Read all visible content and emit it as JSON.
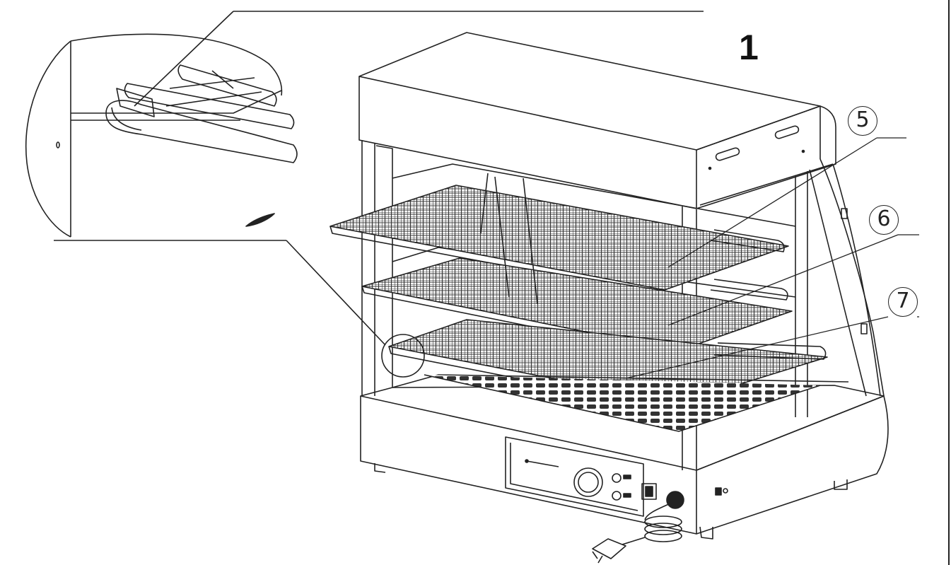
{
  "figure": {
    "number": "1",
    "callouts": [
      {
        "id": "5",
        "label": "5"
      },
      {
        "id": "6",
        "label": "6"
      },
      {
        "id": "7",
        "label": "7"
      }
    ]
  },
  "colors": {
    "line": "#222222",
    "background": "#ffffff"
  },
  "icons": [
    "detail-magnifier",
    "power-plug-icon",
    "temperature-knob",
    "rocker-switch",
    "indicator-light"
  ]
}
